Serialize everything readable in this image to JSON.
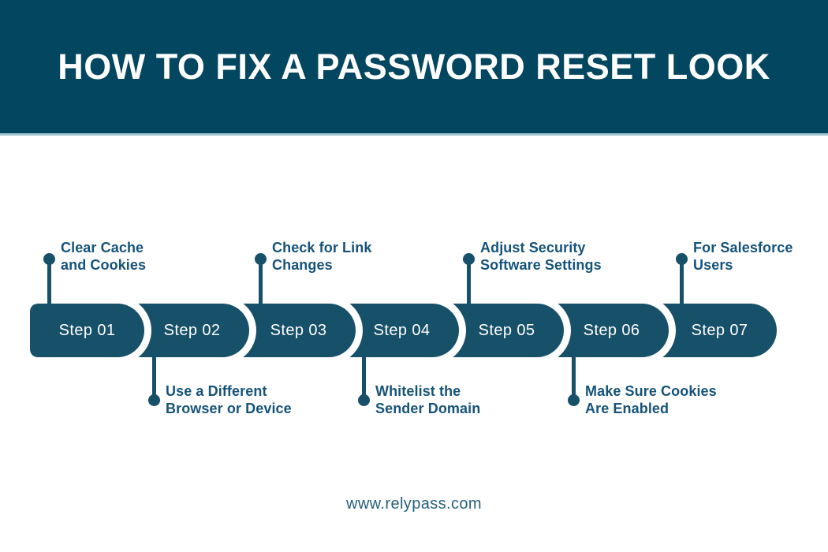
{
  "header": {
    "title": "HOW TO FIX A PASSWORD RESET LOOK"
  },
  "steps": [
    {
      "label": "Step 01",
      "note_lines": [
        "Clear Cache",
        "and Cookies"
      ],
      "note_position": "top"
    },
    {
      "label": "Step 02",
      "note_lines": [
        "Use a Different",
        "Browser or Device"
      ],
      "note_position": "bottom"
    },
    {
      "label": "Step 03",
      "note_lines": [
        "Check for Link",
        "Changes"
      ],
      "note_position": "top"
    },
    {
      "label": "Step 04",
      "note_lines": [
        "Whitelist the",
        "Sender Domain"
      ],
      "note_position": "bottom"
    },
    {
      "label": "Step 05",
      "note_lines": [
        "Adjust Security",
        "Software Settings"
      ],
      "note_position": "top"
    },
    {
      "label": "Step 06",
      "note_lines": [
        "Make Sure Cookies",
        "Are Enabled"
      ],
      "note_position": "bottom"
    },
    {
      "label": "Step 07",
      "note_lines": [
        "For Salesforce",
        "Users"
      ],
      "note_position": "top"
    }
  ],
  "footer": {
    "website": "www.relypass.com"
  },
  "colors": {
    "header_band": "#03465f",
    "pill": "#175069",
    "note_text": "#15537b",
    "divider_line": "#a3c6d3",
    "step_text": "#ffffff",
    "footer_text": "#25607f"
  }
}
